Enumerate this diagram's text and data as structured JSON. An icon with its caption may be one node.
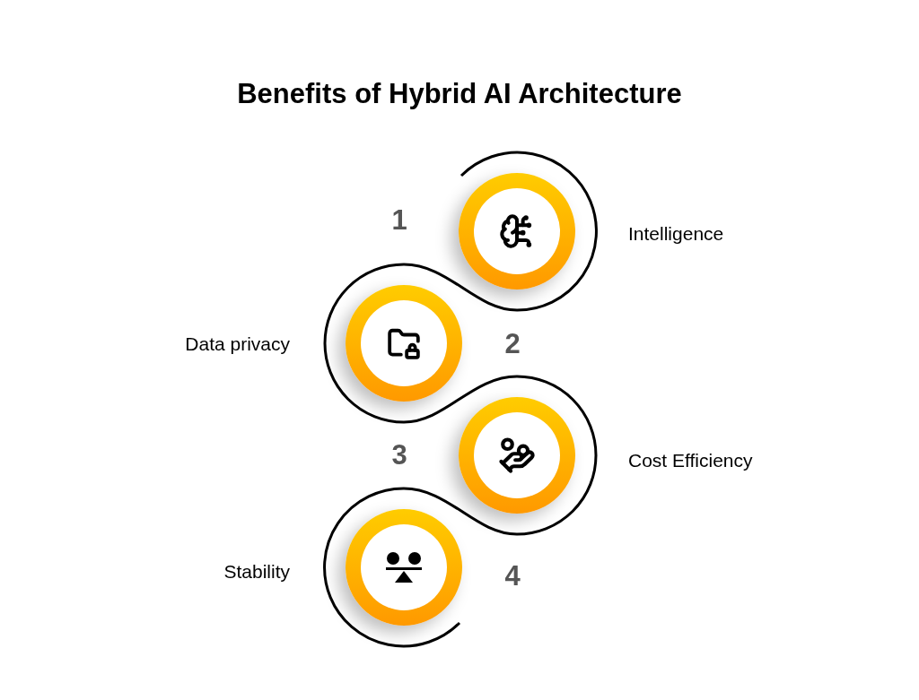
{
  "diagram": {
    "title": "Benefits of Hybrid AI Architecture",
    "nodes": [
      {
        "text": [],
        "shape": "circle",
        "beside": [
          "1",
          "Intelligence"
        ]
      },
      {
        "text": [],
        "shape": "circle",
        "beside": [
          "2",
          "Data privacy"
        ]
      },
      {
        "text": [],
        "shape": "circle",
        "beside": [
          "3",
          "Cost Efficiency"
        ]
      },
      {
        "text": [],
        "shape": "circle",
        "beside": [
          "4",
          "Stability"
        ]
      }
    ]
  }
}
